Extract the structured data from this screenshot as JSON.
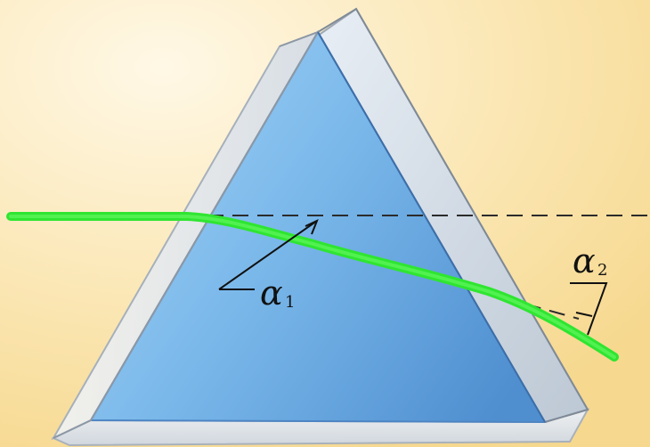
{
  "diagram": {
    "labels": {
      "alpha1_symbol": "α",
      "alpha1_subscript": "1",
      "alpha2_symbol": "α",
      "alpha2_subscript": "2"
    },
    "colors": {
      "background_top": "#fff6dc",
      "background_bottom": "#f7dc9a",
      "prism_blue": "#69a8e3",
      "prism_glass": "#dbe6f3",
      "beam_green": "#33f23a",
      "dash_line": "#2b2b2b",
      "annotation": "#111111"
    }
  }
}
